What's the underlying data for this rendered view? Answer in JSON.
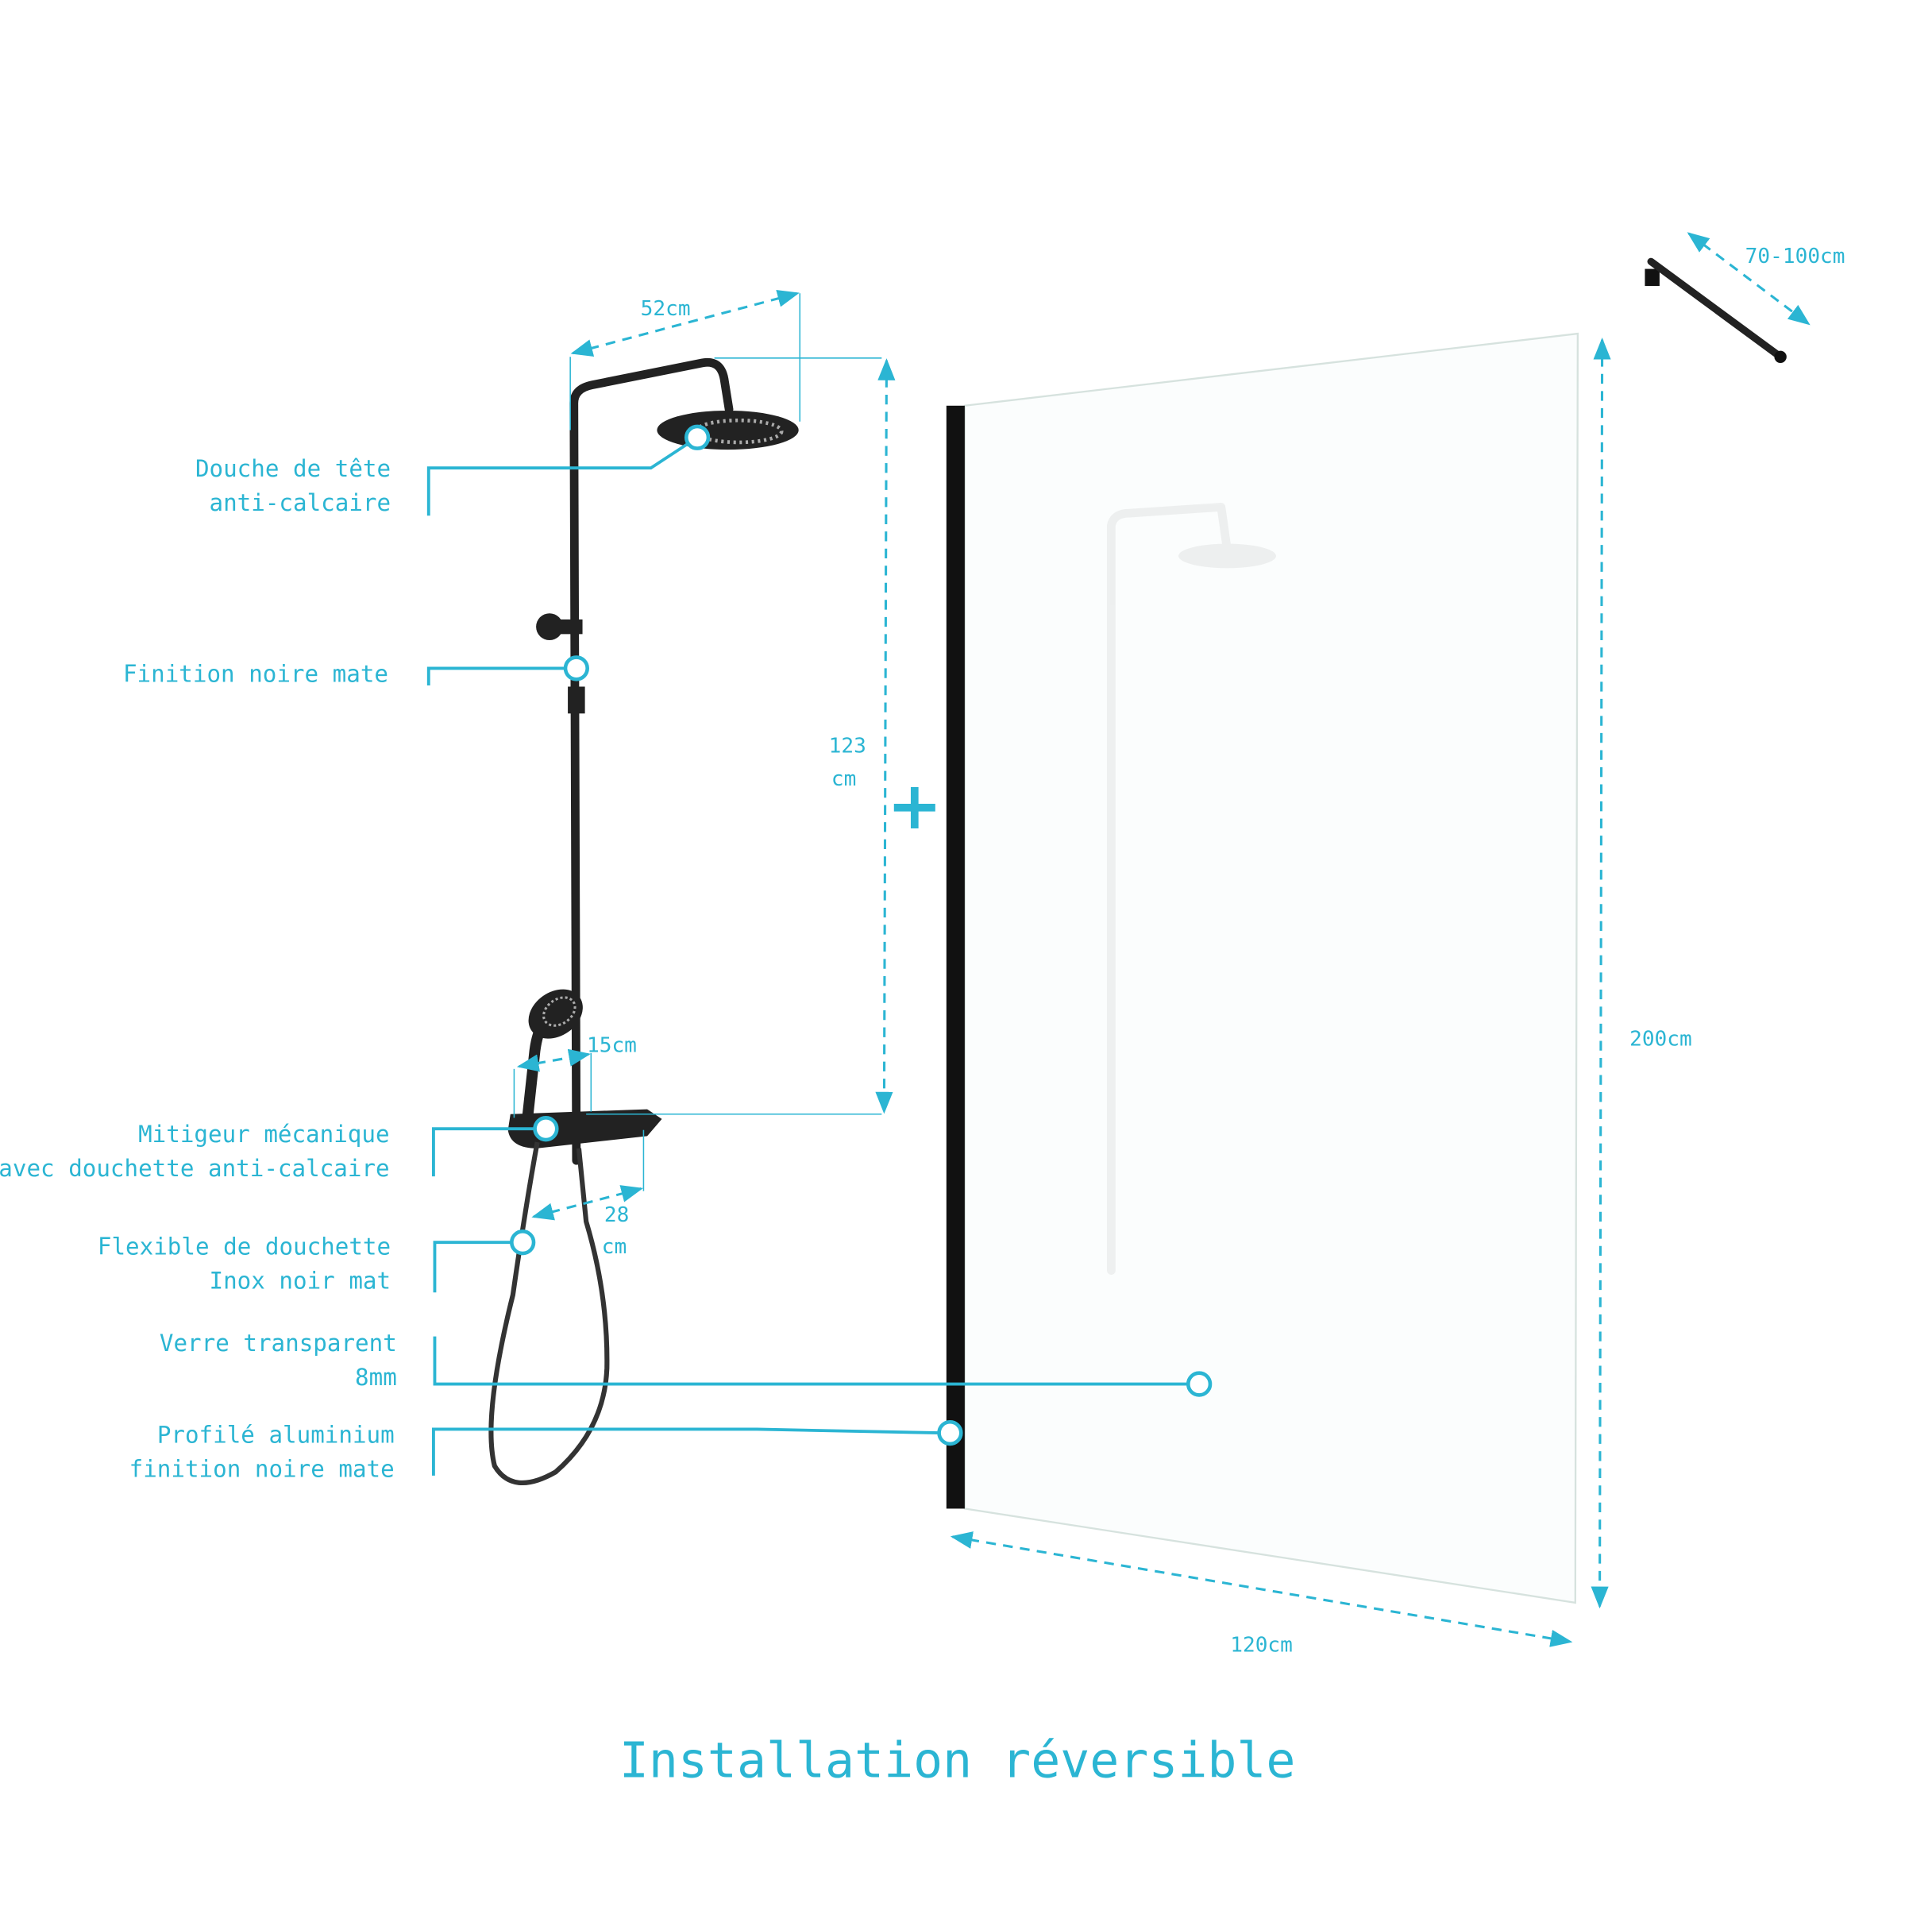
{
  "accent_color": "#2bb5d3",
  "labels": {
    "head_shower": [
      "Douche de tête",
      "anti-calcaire"
    ],
    "finish": [
      "Finition noire mate"
    ],
    "mixer": [
      "Mitigeur mécanique",
      "avec douchette anti-calcaire"
    ],
    "hose": [
      "Flexible de douchette",
      "Inox noir mat"
    ],
    "glass": [
      "Verre transparent",
      "8mm"
    ],
    "profile": [
      "Profilé aluminium",
      "finition noire mate"
    ]
  },
  "dimensions": {
    "head_width": "52cm",
    "column_height": [
      "123",
      "cm"
    ],
    "handshower_offset": "15cm",
    "mixer_depth": [
      "28",
      "cm"
    ],
    "panel_height": "200cm",
    "panel_width": "120cm",
    "stabilizer_bar": "70-100cm"
  },
  "plus_symbol": "+",
  "title": "Installation réversible"
}
